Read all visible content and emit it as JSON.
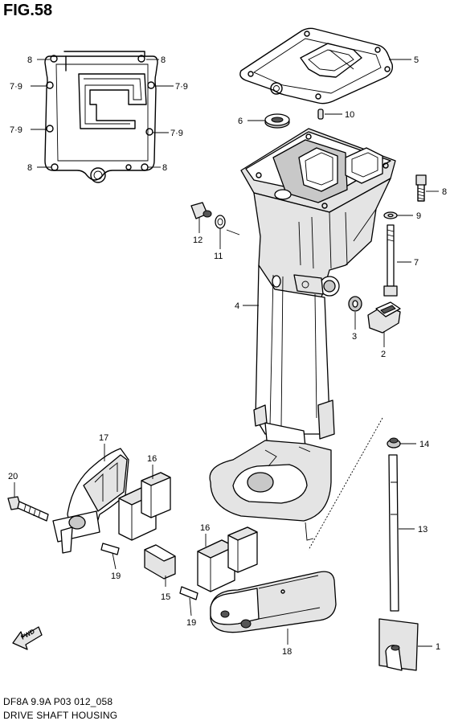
{
  "figure": {
    "title": "FIG.58",
    "model_line": "DF8A 9.9A P03 012_058",
    "caption": "DRIVE SHAFT HOUSING",
    "fwd_label": "FWD"
  },
  "callouts": [
    {
      "id": "c8a",
      "label": "8"
    },
    {
      "id": "c8b",
      "label": "8"
    },
    {
      "id": "c79a",
      "label": "7·9"
    },
    {
      "id": "c79b",
      "label": "7·9"
    },
    {
      "id": "c79c",
      "label": "7·9"
    },
    {
      "id": "c79d",
      "label": "7·9"
    },
    {
      "id": "c8c",
      "label": "8"
    },
    {
      "id": "c8d",
      "label": "8"
    },
    {
      "id": "c5",
      "label": "5"
    },
    {
      "id": "c10",
      "label": "10"
    },
    {
      "id": "c6",
      "label": "6"
    },
    {
      "id": "c8e",
      "label": "8"
    },
    {
      "id": "c9",
      "label": "9"
    },
    {
      "id": "c7",
      "label": "7"
    },
    {
      "id": "c12",
      "label": "12"
    },
    {
      "id": "c11",
      "label": "11"
    },
    {
      "id": "c4",
      "label": "4"
    },
    {
      "id": "c3",
      "label": "3"
    },
    {
      "id": "c2",
      "label": "2"
    },
    {
      "id": "c14",
      "label": "14"
    },
    {
      "id": "c13",
      "label": "13"
    },
    {
      "id": "c1",
      "label": "1"
    },
    {
      "id": "c17",
      "label": "17"
    },
    {
      "id": "c16a",
      "label": "16"
    },
    {
      "id": "c20",
      "label": "20"
    },
    {
      "id": "c19a",
      "label": "19"
    },
    {
      "id": "c16b",
      "label": "16"
    },
    {
      "id": "c15",
      "label": "15"
    },
    {
      "id": "c19b",
      "label": "19"
    },
    {
      "id": "c18",
      "label": "18"
    }
  ]
}
